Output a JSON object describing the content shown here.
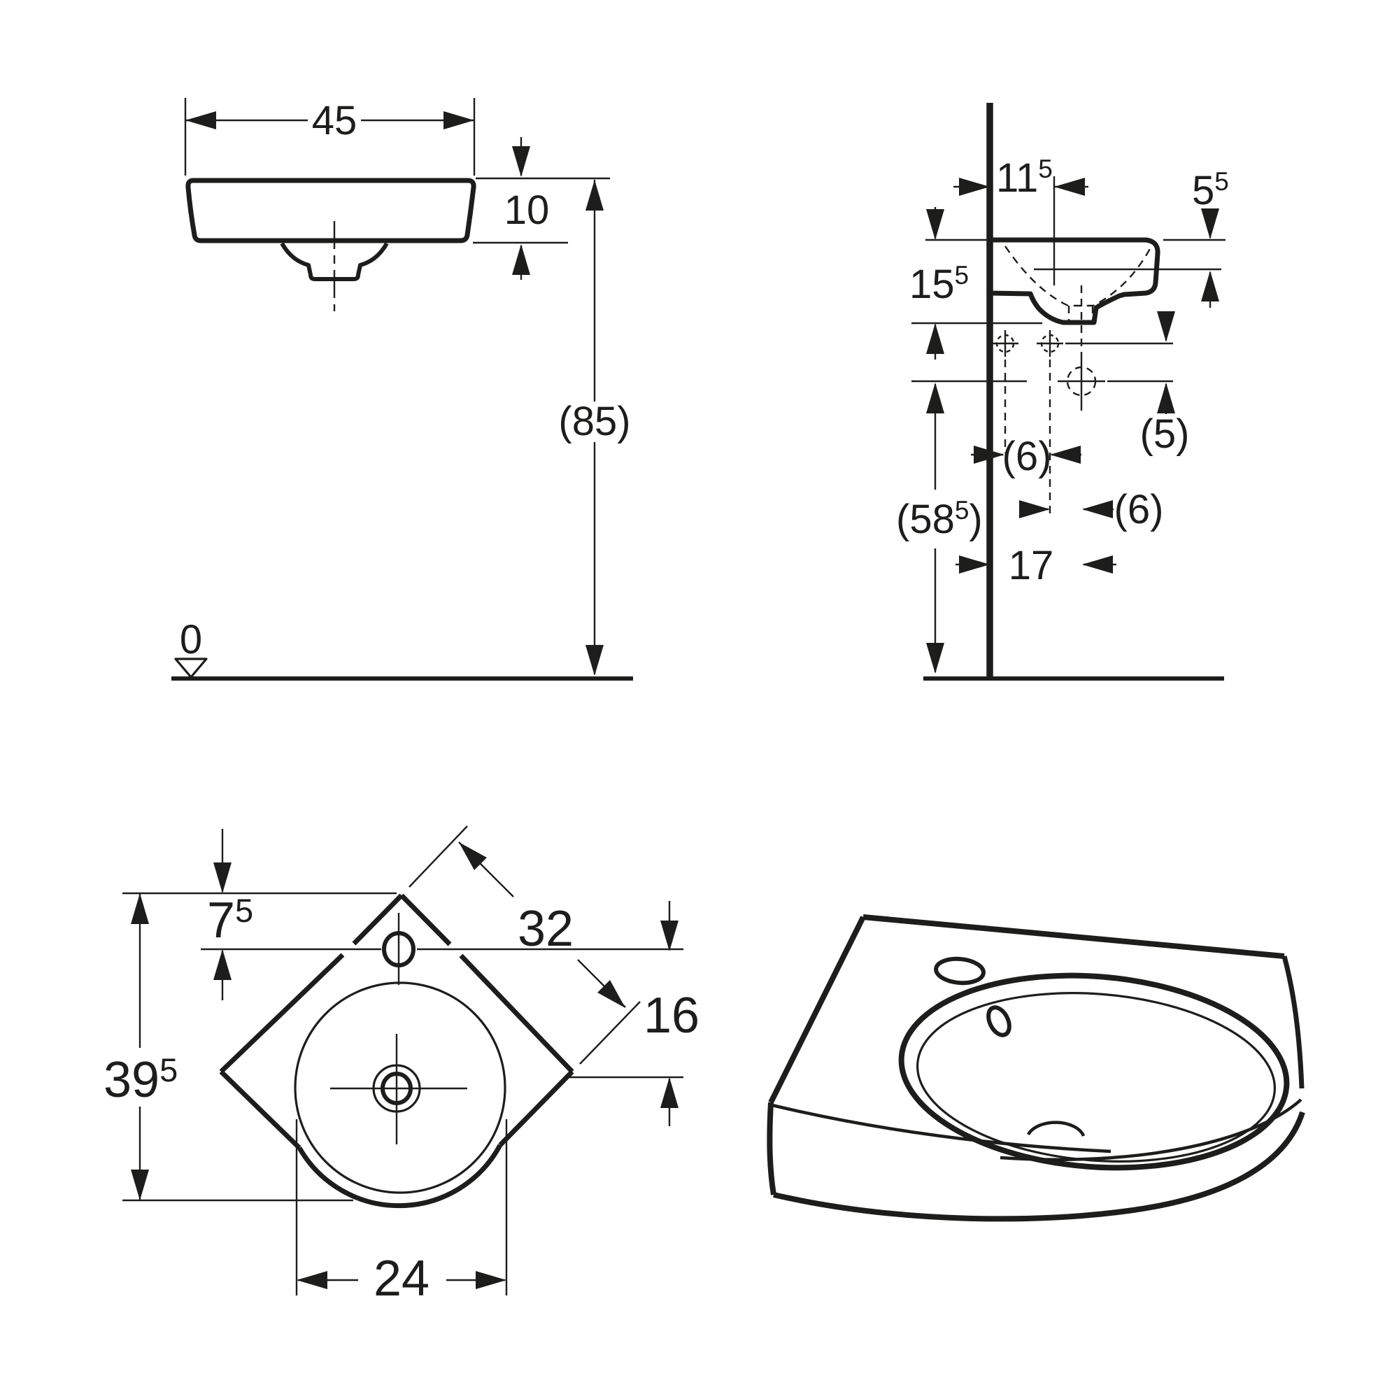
{
  "drawing": {
    "ink": "#1d1d1b",
    "background": "#ffffff",
    "front_view": {
      "width": "45",
      "rim_height": "10",
      "install_height": "(85)",
      "floor_datum": "0"
    },
    "side_view": {
      "wall_to_tap": "11",
      "wall_to_tap_sup": "5",
      "rim_to_tap_drop": "5",
      "rim_to_tap_drop_sup": "5",
      "basin_height": "15",
      "basin_height_sup": "5",
      "bolt_to_outlet_drop": "(5)",
      "bolt_spacing": "(6)",
      "bolt_to_outlet": "(6)",
      "outlet_height_open": "(58",
      "outlet_height_sup": "5",
      "outlet_height_close": ")",
      "wall_to_outlet": "17"
    },
    "plan_view": {
      "corner_to_tap": "7",
      "corner_to_tap_sup": "5",
      "edge_length": "32",
      "tap_to_side_corner": "16",
      "total_depth": "39",
      "total_depth_sup": "5",
      "bowl_diameter": "24"
    }
  }
}
